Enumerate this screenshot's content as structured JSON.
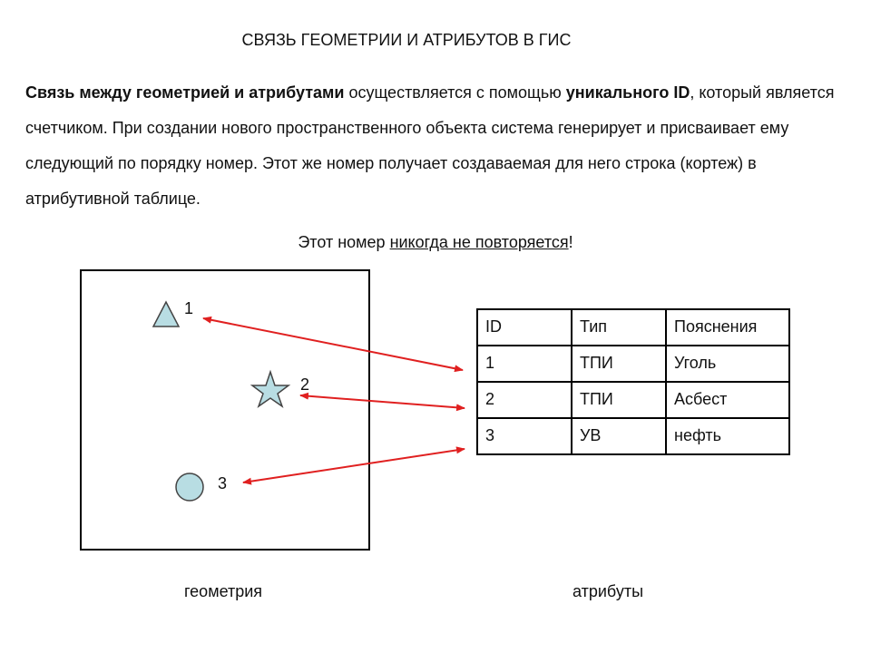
{
  "title": "СВЯЗЬ ГЕОМЕТРИИ И АТРИБУТОВ В ГИС",
  "paragraph": {
    "bold1": "Связь между геометрией и атрибутами",
    "text1": " осуществляется с помощью ",
    "bold2": "уникального ID",
    "text2": ", который является счетчиком. При создании нового пространственного объекта система генерирует и присваивает ему следующий по порядку номер. Этот же номер получает создаваемая для него строка (кортеж) в атрибутивной таблице."
  },
  "note": {
    "prefix": "Этот номер ",
    "underlined": "никогда не повторяется",
    "suffix": "!"
  },
  "geometry": {
    "labels": [
      "1",
      "2",
      "3"
    ],
    "fill_color": "#b8dde3",
    "caption": "геометрия"
  },
  "table": {
    "headers": [
      "ID",
      "Тип",
      "Пояснения"
    ],
    "rows": [
      [
        "1",
        "ТПИ",
        "Уголь"
      ],
      [
        "2",
        "ТПИ",
        "Асбест"
      ],
      [
        "3",
        "УВ",
        "нефть"
      ]
    ],
    "caption": "атрибуты"
  },
  "arrow_color": "#e02020"
}
